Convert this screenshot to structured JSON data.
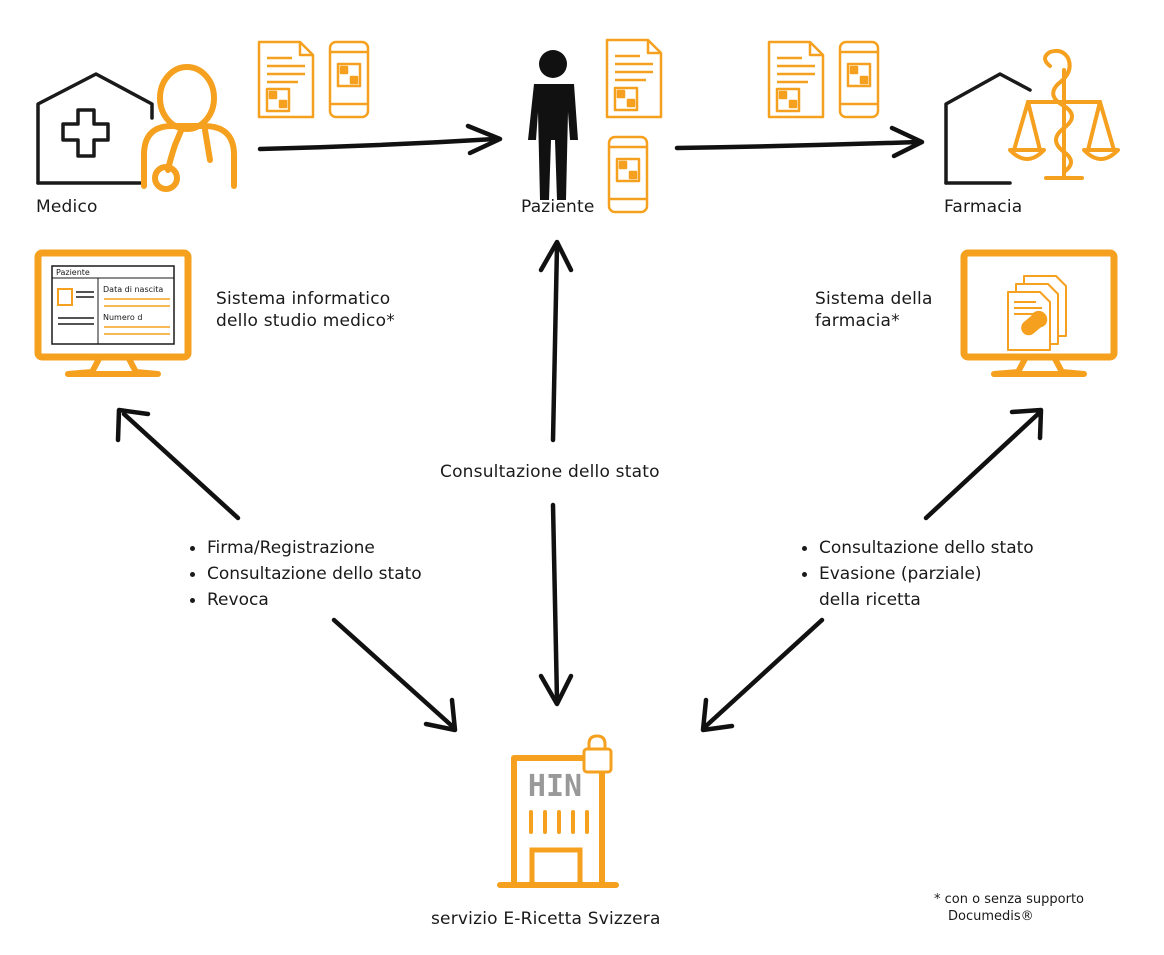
{
  "actors": {
    "doctor": "Medico",
    "patient": "Paziente",
    "pharmacy": "Farmacia"
  },
  "systems": {
    "doctor_system": [
      "Sistema informatico",
      "dello studio medico*"
    ],
    "pharmacy_system": [
      "Sistema della",
      "farmacia*"
    ]
  },
  "doctor_screen": {
    "header": "Paziente",
    "field_birth": "Data di nascita",
    "field_number": "Numero d"
  },
  "service": {
    "building_text": "HIN",
    "label": "servizio E-Ricetta Svizzera"
  },
  "flows": {
    "patient_link": "Consultazione dello stato",
    "doctor_link": [
      "Firma/Registrazione",
      "Consultazione dello stato",
      "Revoca"
    ],
    "pharmacy_link_items": [
      "Consultazione dello stato",
      "Evasione (parziale)"
    ],
    "pharmacy_link_continuation": "della ricetta"
  },
  "footnote": [
    "* con o senza supporto",
    "Documedis®"
  ],
  "colors": {
    "accent": "#F5A01E",
    "ink": "#1A1A1A",
    "person": "#111111"
  }
}
